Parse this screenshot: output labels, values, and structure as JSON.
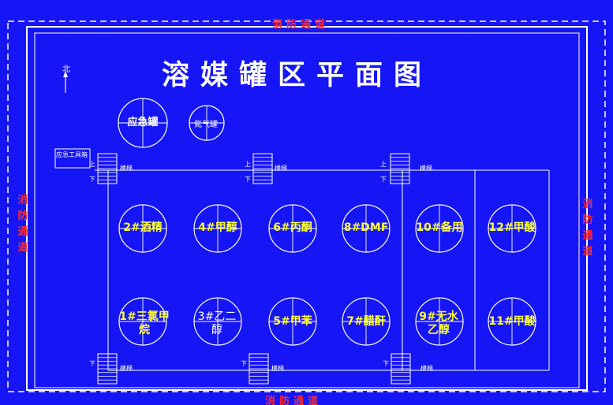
{
  "diagram": {
    "title": "溶媒罐区平面图",
    "north_label": "北",
    "fire_lane_top": "消防通道",
    "fire_lane_bottom": "消防通道",
    "fire_lane_left": "消防通道",
    "fire_lane_right": "消防通道",
    "emergency_tank": "应急罐",
    "nitrogen_tank": "氮气罐",
    "toolbox": "应急工具箱",
    "stair_up": "上",
    "stair_down": "下",
    "stair_label": "楼梯",
    "tanks": {
      "t2": "2#酒精",
      "t4": "4#甲醇",
      "t6": "6#丙酮",
      "t8": "8#DMF",
      "t10": "10#备用",
      "t12": "12#甲酸",
      "t1": "1#三氯甲烷",
      "t3": "3#乙二醇",
      "t5": "5#甲苯",
      "t7": "7#醋酐",
      "t9": "9#无水乙醇",
      "t11": "11#甲酸"
    },
    "colors": {
      "background": "#1515f5",
      "line": "#ffffff",
      "tank_label": "#ffff33",
      "fire_lane": "#ff2a2a"
    }
  }
}
